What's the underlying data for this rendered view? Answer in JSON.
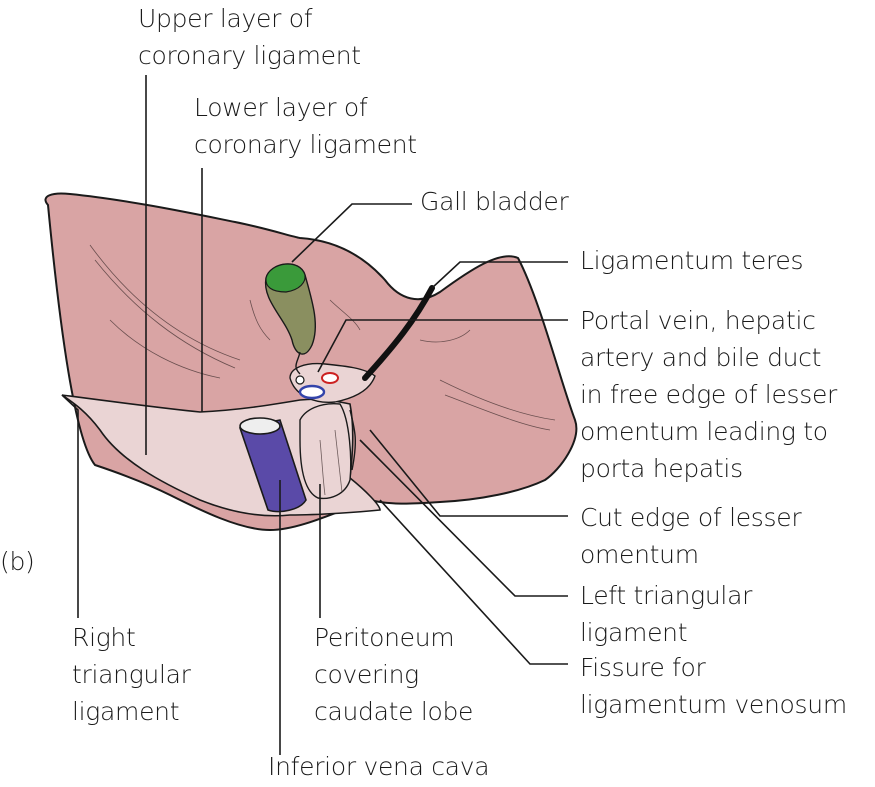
{
  "panel_label": "(b)",
  "colors": {
    "liver": "#d9a4a4",
    "liver_outline": "#1a1a1a",
    "bare_area": "#ead4d4",
    "ivc": "#5a4aa8",
    "ivc_top": "#eeeeee",
    "gall_bladder_top": "#3a9a3a",
    "gall_bladder_body": "#8a8f60",
    "vessel_red": "#cc2222",
    "vessel_blue": "#3344aa",
    "ligamentum_teres": "#111111"
  },
  "labels": {
    "upper_coronary": [
      "Upper layer of",
      "coronary ligament"
    ],
    "lower_coronary": [
      "Lower layer of",
      "coronary ligament"
    ],
    "gall_bladder": [
      "Gall bladder"
    ],
    "ligamentum_teres": [
      "Ligamentum teres"
    ],
    "portal_vein": [
      "Portal vein, hepatic",
      "artery and bile duct",
      "in free edge of lesser",
      "omentum leading to",
      "porta hepatis"
    ],
    "cut_edge": [
      "Cut edge of lesser",
      "omentum"
    ],
    "left_triangular": [
      "Left triangular",
      "ligament"
    ],
    "fissure": [
      "Fissure for",
      "ligamentum venosum"
    ],
    "right_triangular": [
      "Right",
      "triangular",
      "ligament"
    ],
    "peritoneum": [
      "Peritoneum",
      "covering",
      "caudate lobe"
    ],
    "ivc": [
      "Inferior vena cava"
    ]
  }
}
